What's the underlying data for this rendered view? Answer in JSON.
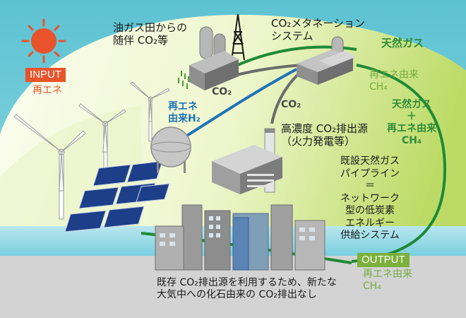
{
  "colors": {
    "sky": "#6fc9d8",
    "hill_light": "#eef6cc",
    "hill_mid": "#c9e27a",
    "water": "#7fd1e0",
    "ground": "#d3d3d3",
    "input_red": "#e8532b",
    "output_green": "#7bb03a",
    "h2_blue": "#1f73b7",
    "gas_green": "#2e8b3a",
    "renewable_green": "#76ab3f",
    "co2_gray": "#6b6b6b",
    "pipe_dark_green": "#1e8a36"
  },
  "labels": {
    "oil_gas_co2": "油ガス田からの\n随伴 CO₂等",
    "methanation": "CO₂メタネーション\nシステム",
    "natural_gas_top": "天然ガス",
    "renewable_ch4_top": "再エネ由来\nCH₄",
    "natural_gas_plus": "天然ガス\n＋\n再エネ由来\nCH₄",
    "renewable_h2": "再エネ\n由来H₂",
    "co2_left": "CO₂",
    "co2_mid": "CO₂",
    "high_conc_co2": "高濃度 CO₂排出源\n（火力発電等）",
    "pipeline": "既設天然ガス\nパイプライン\n＝\nネットワーク\n型の低炭素\nエネルギー\n供給システム",
    "existing_note": "既存 CO₂排出源を利用するため、新たな\n大気中への化石由来の CO₂排出なし",
    "output_ch4": "再エネ由来\nCH₄"
  },
  "input": {
    "badge": "INPUT",
    "sub": "再エネ"
  },
  "output": {
    "badge": "OUTPUT"
  }
}
